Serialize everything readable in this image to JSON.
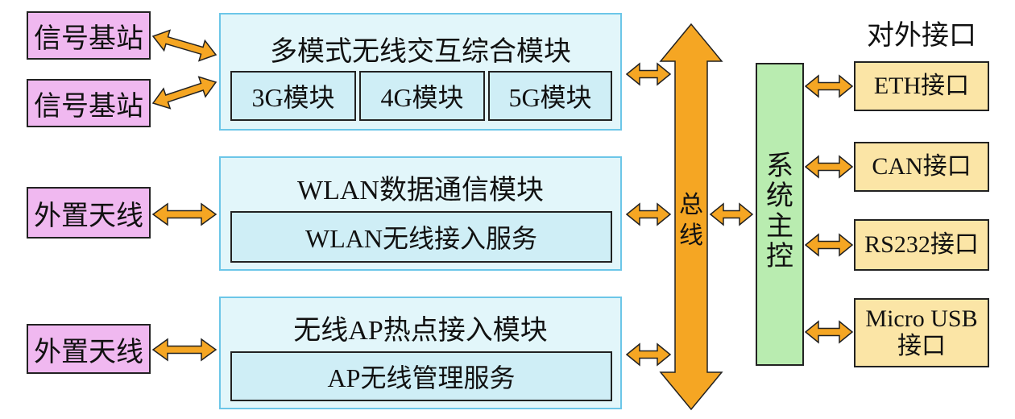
{
  "colors": {
    "arrow_fill": "#f5a623",
    "arrow_stroke": "#222222",
    "panel_border": "#6cc6e8",
    "source_box": "#f0b8f0",
    "interface_box": "#fbe5a6",
    "controller": "#b9ecb0"
  },
  "sources": [
    "信号基站",
    "信号基站",
    "外置天线",
    "外置天线"
  ],
  "modules": {
    "multimode": {
      "title": "多模式无线交互综合模块",
      "subs": [
        "3G模块",
        "4G模块",
        "5G模块"
      ]
    },
    "wlan": {
      "title": "WLAN数据通信模块",
      "sub": "WLAN无线接入服务"
    },
    "ap": {
      "title": "无线AP热点接入模块",
      "sub": "AP无线管理服务"
    }
  },
  "bus": {
    "label_1": "总",
    "label_2": "线"
  },
  "controller": {
    "label": [
      "系",
      "统",
      "主",
      "控"
    ]
  },
  "interfaces": {
    "heading": "对外接口",
    "items": [
      "ETH接口",
      "CAN接口",
      "RS232接口",
      "Micro USB",
      "接口"
    ]
  }
}
